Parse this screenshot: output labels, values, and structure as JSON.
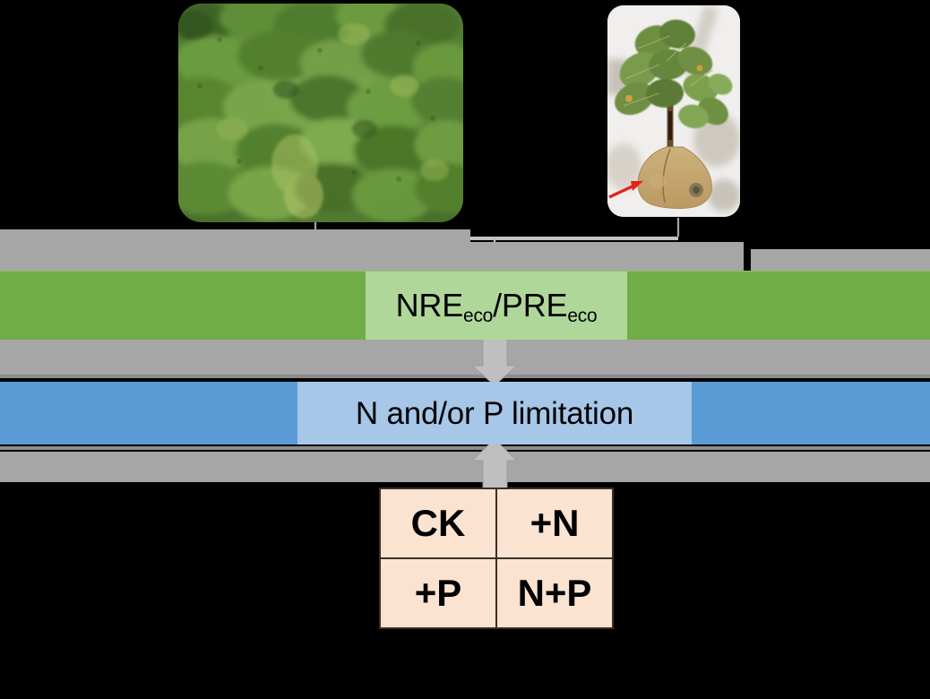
{
  "diagram": {
    "title": "Nutrient resorption and N/P limitation conceptual diagram",
    "background_color": "#000000"
  },
  "photos": [
    {
      "id": "forest-canopy",
      "name": "forest-canopy-photo",
      "alt": "Aerial view of a dense green subtropical forest canopy",
      "caption": "",
      "colors": {
        "canopy_dark": "#3d6b2a",
        "canopy_mid": "#5f913b",
        "canopy_light": "#8fbf5c",
        "canopy_pale": "#b9cf7a"
      }
    },
    {
      "id": "leaf-branch",
      "name": "leaf-branch-photo",
      "alt": "Plant branch with green leaves above and a senesced brown leaf below marked by a red arrow",
      "caption": "",
      "colors": {
        "leaf_green": "#5f7f3a",
        "leaf_green_light": "#7c9b4c",
        "senesced": "#c8a86a",
        "arrow": "#e8201a",
        "background": "#efeeec"
      }
    }
  ],
  "connectors": {
    "bracket_color": "#a6a6a6",
    "arrow_color": "#bfbfbf",
    "bar_color": "#a6a6a6"
  },
  "bands": [
    {
      "id": "green-band",
      "name": "nre-pre-band",
      "outer_color": "#70ad47",
      "inner_color": "#b0d79a",
      "label_main_1": "NRE",
      "label_sub_1": "eco",
      "label_separator": "/",
      "label_main_2": "PRE",
      "label_sub_2": "eco",
      "label_plain": "NREeco/PREeco"
    },
    {
      "id": "blue-band",
      "name": "limitation-band",
      "outer_color": "#5b9bd5",
      "inner_color": "#a6c7e8",
      "label": "N and/or P limitation"
    }
  ],
  "treatment_table": {
    "name": "treatment-table",
    "background_color": "#fbe3d2",
    "border_color": "#3b2f26",
    "rows": [
      [
        "CK",
        "+N"
      ],
      [
        "+P",
        "N+P"
      ]
    ]
  }
}
